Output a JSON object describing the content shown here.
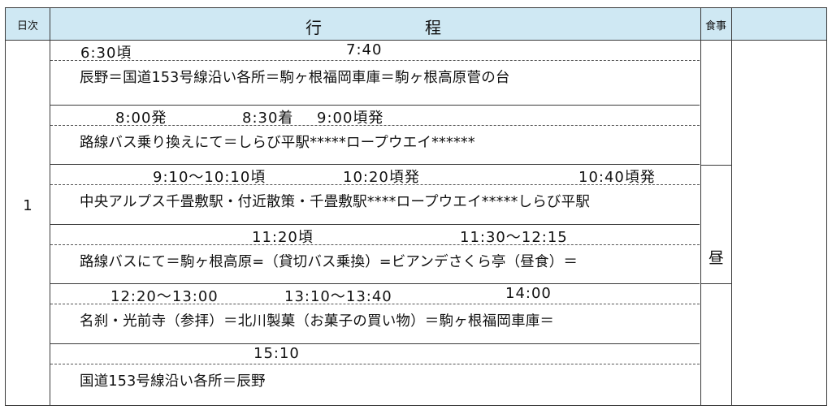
{
  "header": {
    "day_label": "日次",
    "itinerary_label_1": "行",
    "itinerary_label_2": "程",
    "meal_label": "食事"
  },
  "day": "1",
  "blocks": [
    {
      "times": [
        "6:30頃",
        "7:40"
      ],
      "route": "辰野＝国道153号線沿い各所＝駒ヶ根福岡車庫＝駒ヶ根高原菅の台"
    },
    {
      "times": [
        "8:00発",
        "8:30着",
        "9:00頃発"
      ],
      "route": "路線バス乗り換えにて＝しらび平駅*****ロープウエイ******"
    },
    {
      "times": [
        "9:10〜10:10頃",
        "10:20頃発",
        "10:40頃発"
      ],
      "route": "中央アルプス千畳敷駅・付近散策・千畳敷駅****ロープウエイ*****しらび平駅"
    },
    {
      "times": [
        "11:20頃",
        "11:30〜12:15"
      ],
      "route": "路線バスにて＝駒ヶ根高原=（貸切バス乗換）=ビアンデさくら亭（昼食）＝"
    },
    {
      "times": [
        "12:20〜13:00",
        "13:10〜13:40",
        "14:00"
      ],
      "route": "名刹・光前寺（参拝）＝北川製菓（お菓子の買い物）＝駒ヶ根福岡車庫＝"
    },
    {
      "times": [
        "15:10"
      ],
      "route": "国道153号線沿い各所＝辰野"
    }
  ],
  "meal": "昼"
}
